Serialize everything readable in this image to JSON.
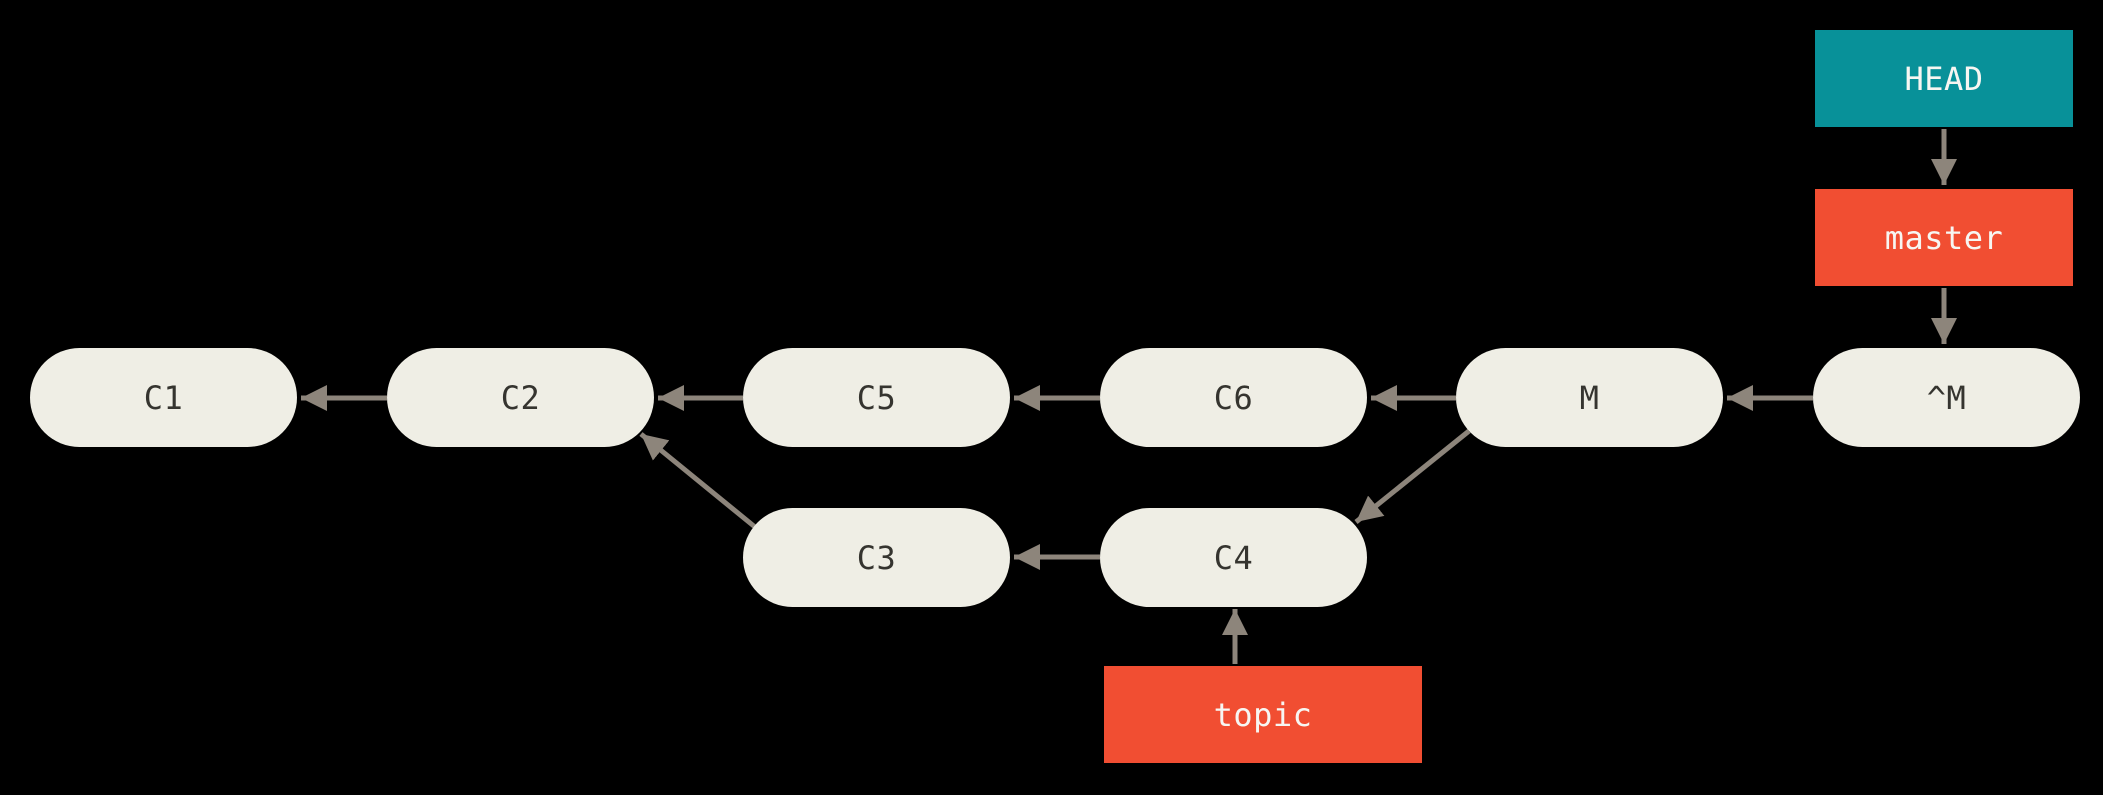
{
  "colors": {
    "background": "#000000",
    "commit-fill": "#efeee5",
    "commit-text": "#35342f",
    "ref-fill": "#f14e32",
    "head-fill": "#089199",
    "ref-text": "#f7f6f2",
    "arrow": "#8d857b"
  },
  "diagram": {
    "type": "git-commit-graph",
    "nodes": [
      {
        "id": "C1",
        "label": "C1",
        "kind": "commit"
      },
      {
        "id": "C2",
        "label": "C2",
        "kind": "commit"
      },
      {
        "id": "C5",
        "label": "C5",
        "kind": "commit"
      },
      {
        "id": "C6",
        "label": "C6",
        "kind": "commit"
      },
      {
        "id": "M",
        "label": "M",
        "kind": "merge-commit"
      },
      {
        "id": "^M",
        "label": "^M",
        "kind": "revert-commit"
      },
      {
        "id": "C3",
        "label": "C3",
        "kind": "commit"
      },
      {
        "id": "C4",
        "label": "C4",
        "kind": "commit"
      },
      {
        "id": "HEAD",
        "label": "HEAD",
        "kind": "head-pointer"
      },
      {
        "id": "master",
        "label": "master",
        "kind": "branch"
      },
      {
        "id": "topic",
        "label": "topic",
        "kind": "branch"
      }
    ],
    "edges": [
      {
        "from": "C2",
        "to": "C1"
      },
      {
        "from": "C5",
        "to": "C2"
      },
      {
        "from": "C6",
        "to": "C5"
      },
      {
        "from": "M",
        "to": "C6"
      },
      {
        "from": "^M",
        "to": "M"
      },
      {
        "from": "C4",
        "to": "C3"
      },
      {
        "from": "C3",
        "to": "C2"
      },
      {
        "from": "M",
        "to": "C4"
      },
      {
        "from": "HEAD",
        "to": "master"
      },
      {
        "from": "master",
        "to": "^M"
      },
      {
        "from": "topic",
        "to": "C4"
      }
    ]
  }
}
